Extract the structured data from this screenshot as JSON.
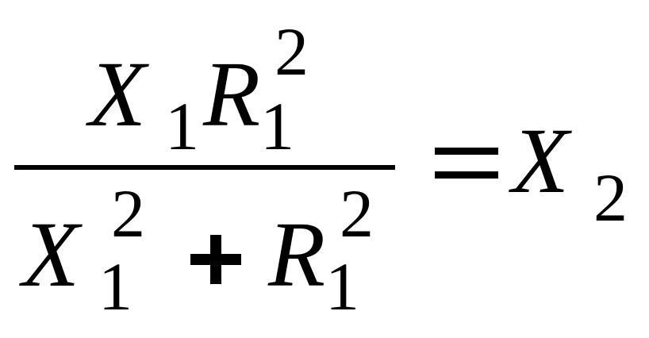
{
  "equation": {
    "numerator": {
      "term1": {
        "base": "X",
        "sub": "1"
      },
      "term2": {
        "base": "R",
        "sub": "1",
        "sup": "2"
      }
    },
    "denominator": {
      "term1": {
        "base": "X",
        "sub": "1",
        "sup": "2"
      },
      "operator": "+",
      "term2": {
        "base": "R",
        "sub": "1",
        "sup": "2"
      }
    },
    "relation": "=",
    "rhs": {
      "base": "X",
      "sub": "2"
    }
  },
  "colors": {
    "text": "#000000",
    "background": "#ffffff"
  }
}
